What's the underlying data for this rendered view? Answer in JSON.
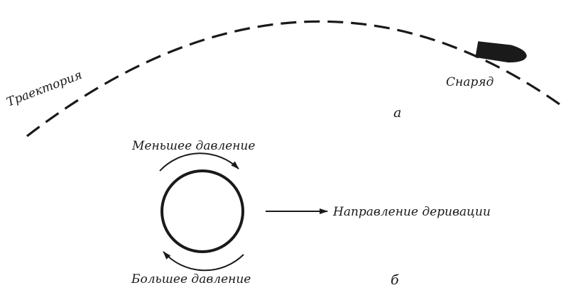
{
  "panel_a": {
    "trajectory_label": "Траектория",
    "projectile_label": "Снаряд",
    "panel_letter": "а"
  },
  "panel_b": {
    "lower_pressure_label": "Меньшее давление",
    "higher_pressure_label": "Большее давление",
    "derivation_direction_label": "Направление деривации",
    "panel_letter": "б"
  },
  "colors": {
    "ink": "#1a1a1a",
    "background": "#ffffff"
  }
}
